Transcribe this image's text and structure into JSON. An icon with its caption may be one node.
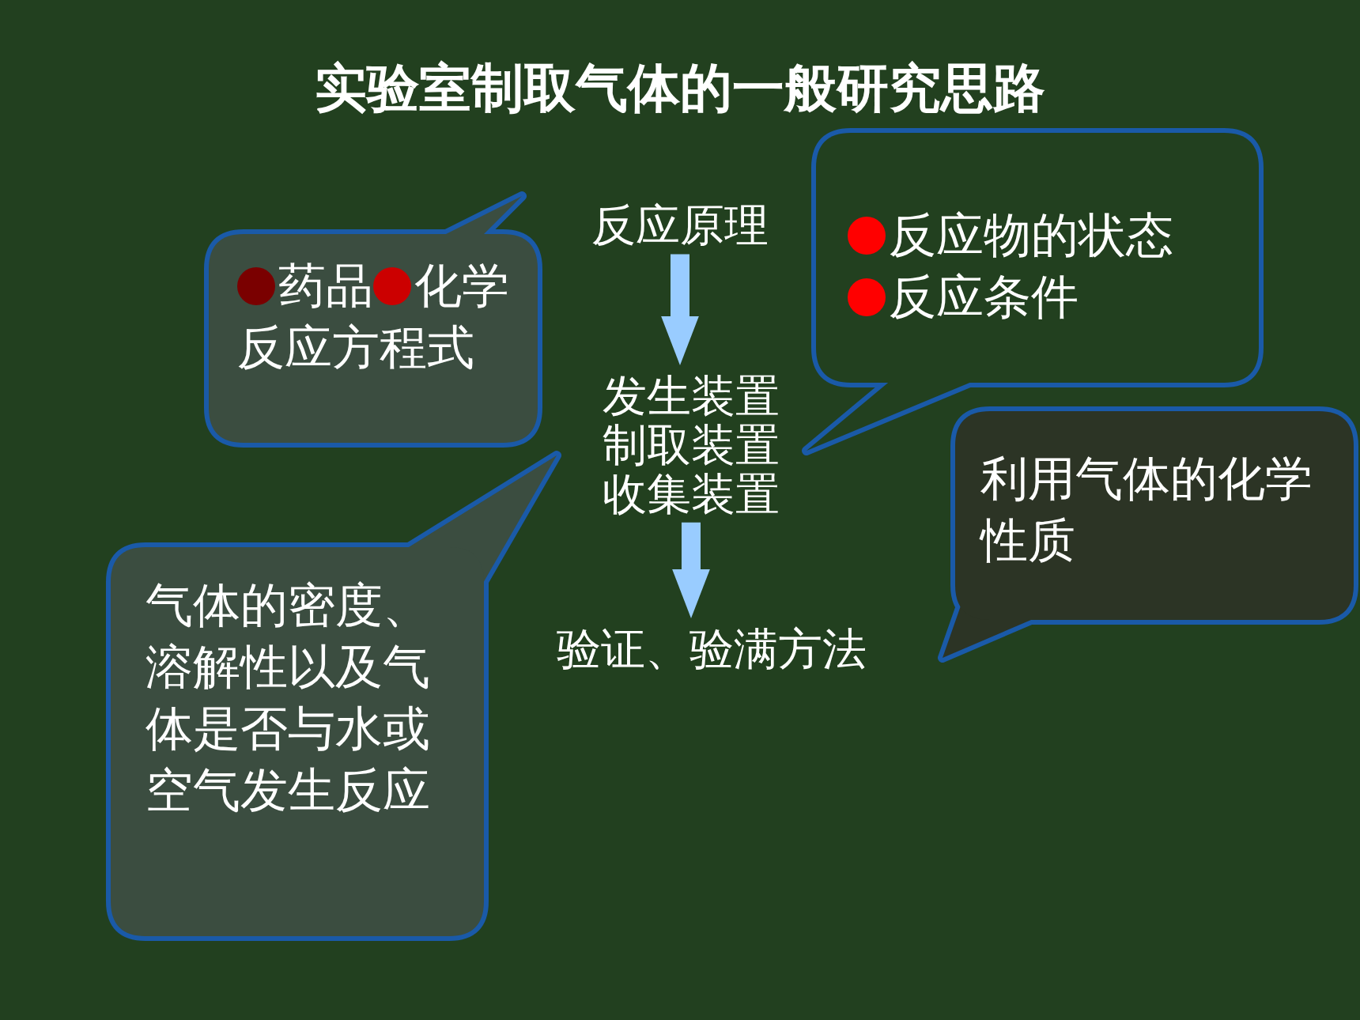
{
  "diagram": {
    "title": "实验室制取气体的一般研究思路",
    "nodes": [
      {
        "text": [
          "反应原理"
        ]
      },
      {
        "text": [
          "发生装置",
          "制取装置",
          "收集装置"
        ]
      },
      {
        "text": [
          "验证、验满方法"
        ]
      },
      {
        "text": [
          "药品",
          "化学反应方程式"
        ]
      },
      {
        "text": [
          "反应物的状态",
          "反应条件"
        ]
      },
      {
        "text": [
          "利用气体的化学性质"
        ]
      },
      {
        "text": [
          "气体的密度、溶解性以及气体是否与水或空气发生反应"
        ]
      }
    ],
    "edges": [
      {
        "from": 0,
        "to": 1,
        "arrow": "to"
      },
      {
        "from": 1,
        "to": 2,
        "arrow": "to"
      }
    ]
  }
}
